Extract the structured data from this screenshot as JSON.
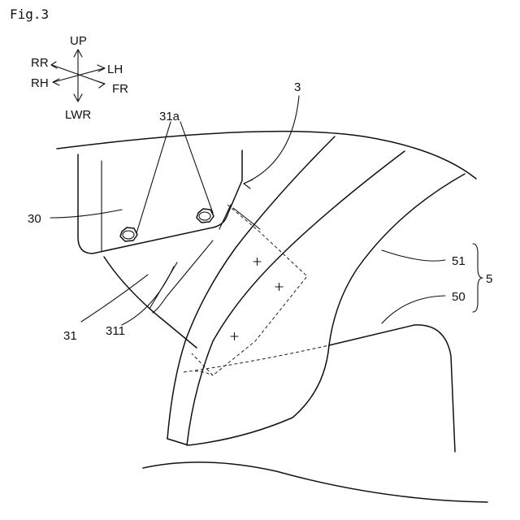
{
  "figure_label": "Fig.3",
  "compass": {
    "up": "UP",
    "rr": "RR",
    "lh": "LH",
    "rh": "RH",
    "fr": "FR",
    "lwr": "LWR"
  },
  "labels": {
    "part_3": "3",
    "part_31a": "31a",
    "part_30": "30",
    "part_31": "31",
    "part_311": "311",
    "part_51": "51",
    "part_50": "50",
    "part_5": "5"
  }
}
